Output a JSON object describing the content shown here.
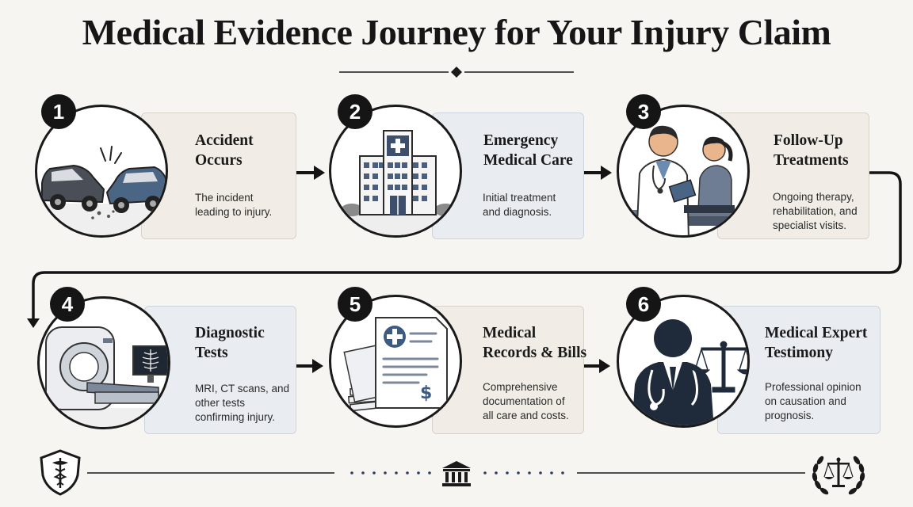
{
  "header": {
    "title": "Medical Evidence Journey for Your Injury Claim"
  },
  "steps": [
    {
      "number": "1",
      "title": "Accident\nOccurs",
      "description": "The incident\nleading to injury."
    },
    {
      "number": "2",
      "title": "Emergency\nMedical Care",
      "description": "Initial treatment\nand diagnosis."
    },
    {
      "number": "3",
      "title": "Follow-Up\nTreatments",
      "description": "Ongoing therapy,\nrehabilitation, and\nspecialist visits."
    },
    {
      "number": "4",
      "title": "Diagnostic\nTests",
      "description": "MRI, CT scans, and\nother tests\nconfirming injury."
    },
    {
      "number": "5",
      "title": "Medical\nRecords & Bills",
      "description": "Comprehensive\ndocumentation of\nall care and costs."
    },
    {
      "number": "6",
      "title": "Medical Expert\nTestimony",
      "description": "Professional opinion\non causation and\nprognosis."
    }
  ],
  "icons": {
    "step1": "car-crash-icon",
    "step2": "hospital-icon",
    "step3": "doctor-patient-icon",
    "step4": "mri-scanner-icon",
    "step5": "medical-documents-icon",
    "step6": "medical-expert-icon",
    "footer_left": "caduceus-shield-icon",
    "footer_center": "courthouse-icon",
    "footer_right": "scales-laurel-icon"
  },
  "colors": {
    "ink": "#161616",
    "card_beige": "#f1ede6",
    "card_blue": "#e9edf2",
    "background": "#f6f5f2"
  }
}
